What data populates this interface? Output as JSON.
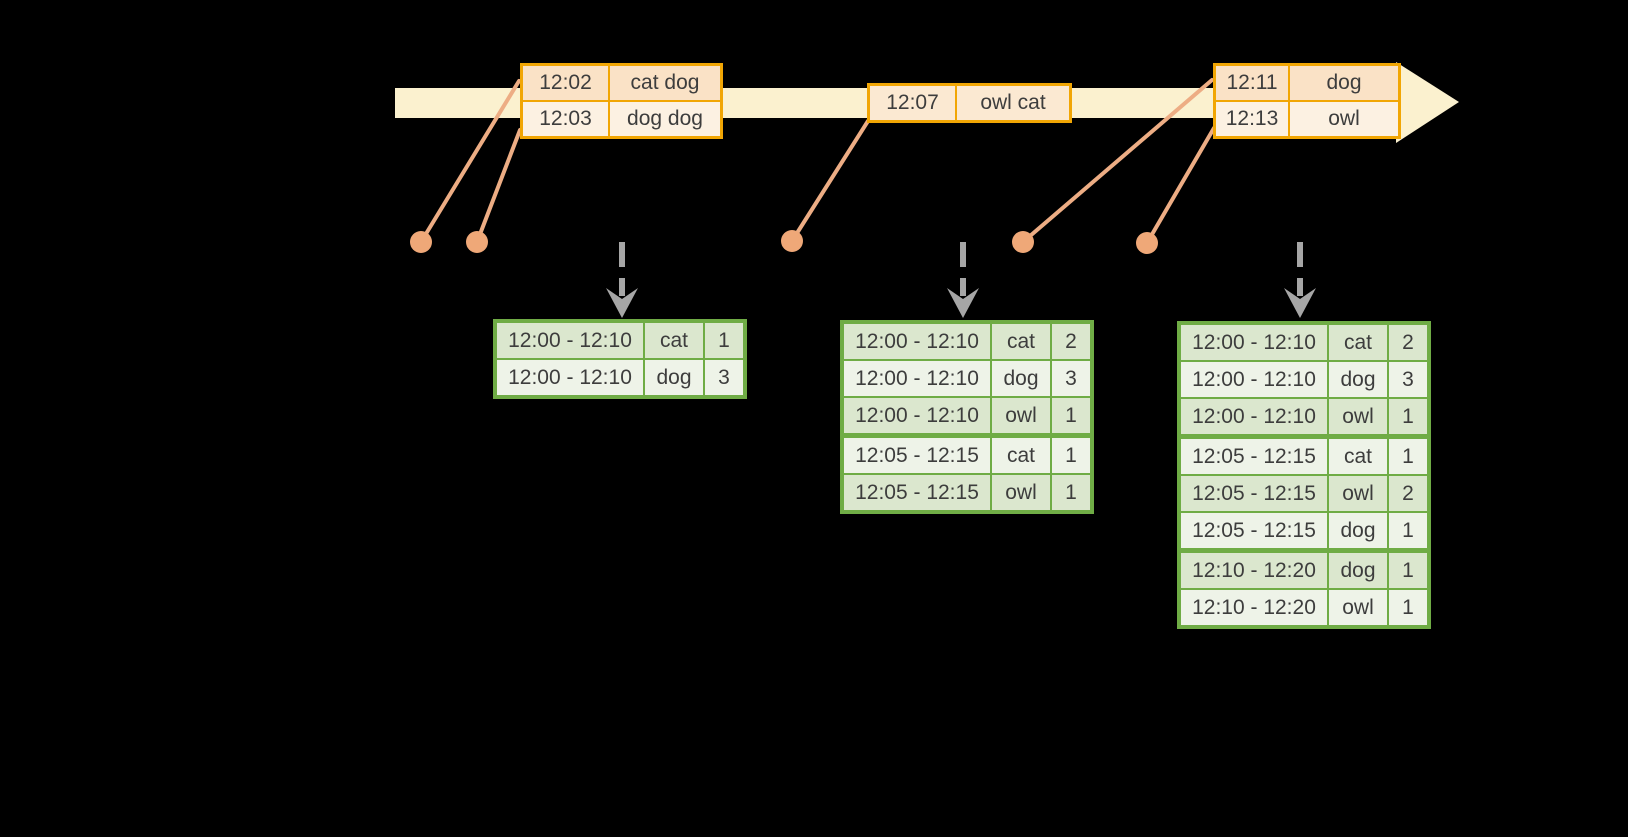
{
  "colors": {
    "background": "#000000",
    "timeline_fill": "#FBF1CF",
    "event_table_border": "#F1A604",
    "event_row_dark": "#FAE2C6",
    "event_row_light": "#FCF1E2",
    "event_row_single": "#FBE9D2",
    "connector_line": "#EDAD84",
    "event_dot": "#EFA878",
    "trigger_arrow": "#A6A6A6",
    "result_table_border": "#6FAC45",
    "result_row_dark": "#DBE7CE",
    "result_row_light": "#EEF3E8",
    "text": "#3D3D3D"
  },
  "icons": {
    "timeline": "timeline-arrow-right-icon",
    "event_marker": "event-dot-icon",
    "trigger": "dashed-down-arrow-icon"
  },
  "event_tables": [
    {
      "rows": [
        [
          "12:02",
          "cat dog"
        ],
        [
          "12:03",
          "dog dog"
        ]
      ]
    },
    {
      "rows": [
        [
          "12:07",
          "owl cat"
        ]
      ]
    },
    {
      "rows": [
        [
          "12:11",
          "dog"
        ],
        [
          "12:13",
          "owl"
        ]
      ]
    }
  ],
  "result_tables": [
    {
      "rows": [
        [
          "12:00 - 12:10",
          "cat",
          "1"
        ],
        [
          "12:00 - 12:10",
          "dog",
          "3"
        ]
      ]
    },
    {
      "rows": [
        [
          "12:00 - 12:10",
          "cat",
          "2"
        ],
        [
          "12:00 - 12:10",
          "dog",
          "3"
        ],
        [
          "12:00 - 12:10",
          "owl",
          "1"
        ],
        [
          "12:05 - 12:15",
          "cat",
          "1"
        ],
        [
          "12:05 - 12:15",
          "owl",
          "1"
        ]
      ]
    },
    {
      "rows": [
        [
          "12:00 - 12:10",
          "cat",
          "2"
        ],
        [
          "12:00 - 12:10",
          "dog",
          "3"
        ],
        [
          "12:00 - 12:10",
          "owl",
          "1"
        ],
        [
          "12:05 - 12:15",
          "cat",
          "1"
        ],
        [
          "12:05 - 12:15",
          "owl",
          "2"
        ],
        [
          "12:05 - 12:15",
          "dog",
          "1"
        ],
        [
          "12:10 - 12:20",
          "dog",
          "1"
        ],
        [
          "12:10 - 12:20",
          "owl",
          "1"
        ]
      ]
    }
  ]
}
